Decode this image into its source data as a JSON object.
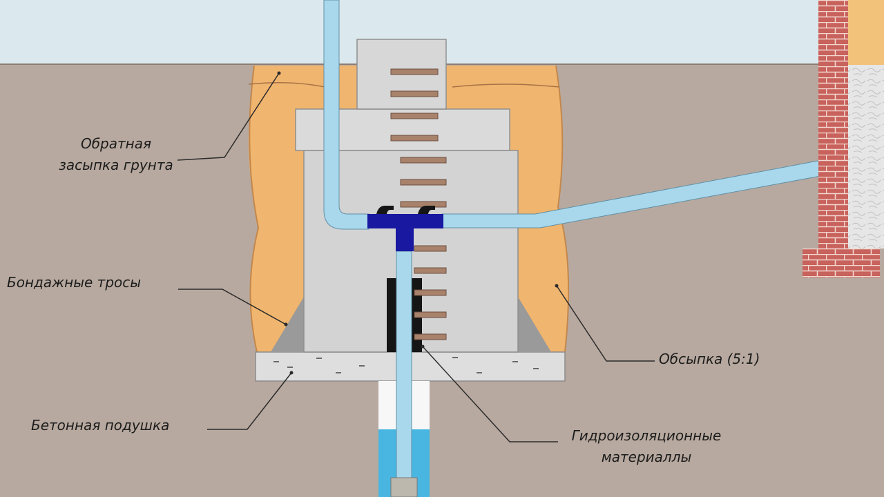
{
  "labels": {
    "backfill": [
      "Обратная",
      "засыпка грунта"
    ],
    "cables": "Бондажные тросы",
    "sand_fill": "Обсыпка (5:1)",
    "concrete_pad": "Бетонная подушка",
    "waterproofing": [
      "Гидроизоляционные",
      "материаллы"
    ]
  },
  "colors": {
    "sky": "#dbe8ed",
    "soil": "#b7a99f",
    "sand": "#f0b56e",
    "concrete": "#cbcbcb",
    "pipe": "#a9d8ec",
    "water": "#49b6e1",
    "fitting": "#1818a0",
    "brick": "#c8625c"
  },
  "icons": [
    "well-ring",
    "ladder-rungs",
    "water-pipe",
    "adapter-fitting",
    "brick-wall",
    "submersible-pump"
  ]
}
